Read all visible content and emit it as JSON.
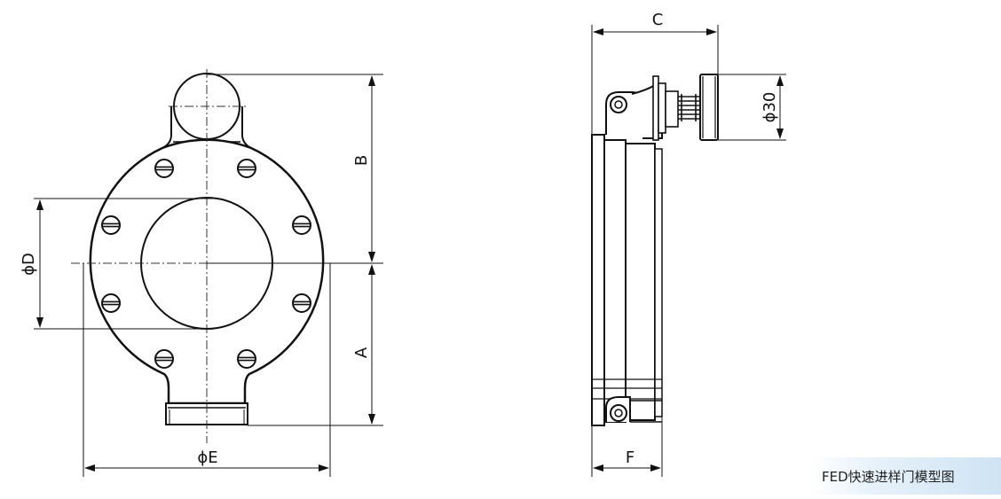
{
  "diagram": {
    "labels": {
      "A": "A",
      "B": "B",
      "C": "C",
      "D": "ϕD",
      "E": "ϕE",
      "F": "F",
      "dia30": "ϕ30"
    },
    "caption": "FED快速进样门模型图"
  }
}
